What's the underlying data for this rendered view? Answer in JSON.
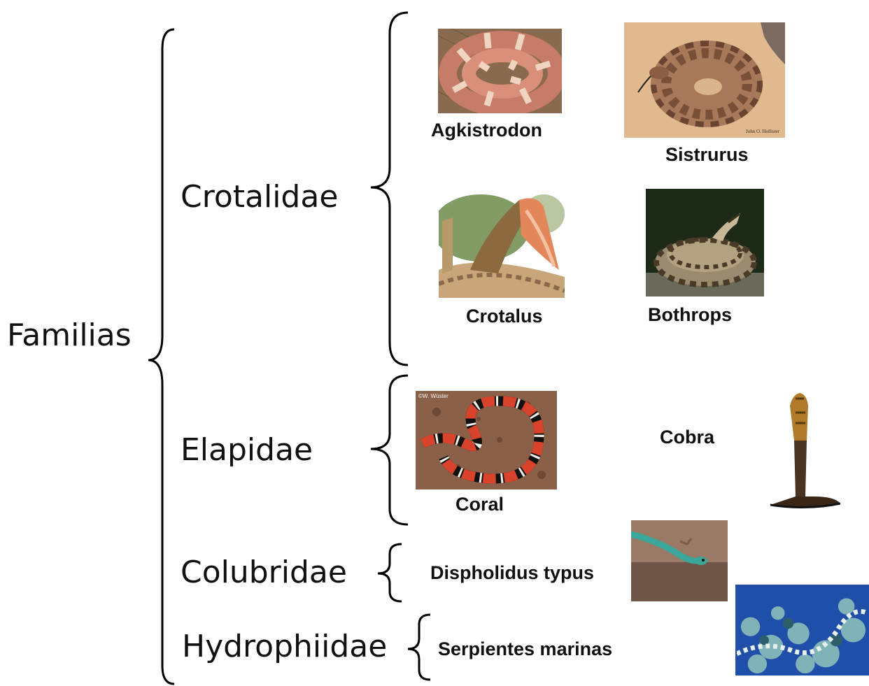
{
  "root": {
    "label": "Familias"
  },
  "families": [
    {
      "label": "Crotalidae"
    },
    {
      "label": "Elapidae"
    },
    {
      "label": "Colubridae"
    },
    {
      "label": "Hydrophiidae"
    }
  ],
  "genera": {
    "agkistrodon": "Agkistrodon",
    "sistrurus": "Sistrurus",
    "crotalus": "Crotalus",
    "bothrops": "Bothrops",
    "coral": "Coral",
    "cobra": "Cobra",
    "dispholidus": "Dispholidus typus",
    "marinas": "Serpientes marinas"
  },
  "photo_captions": {
    "sistrurus_credit": "John O. Hollister",
    "coral_credit": "©W. Wüster"
  },
  "colors": {
    "text": "#111111",
    "brace": "#000000",
    "coral_red": "#d9432b",
    "sea_blue": "#1f4fa8"
  }
}
